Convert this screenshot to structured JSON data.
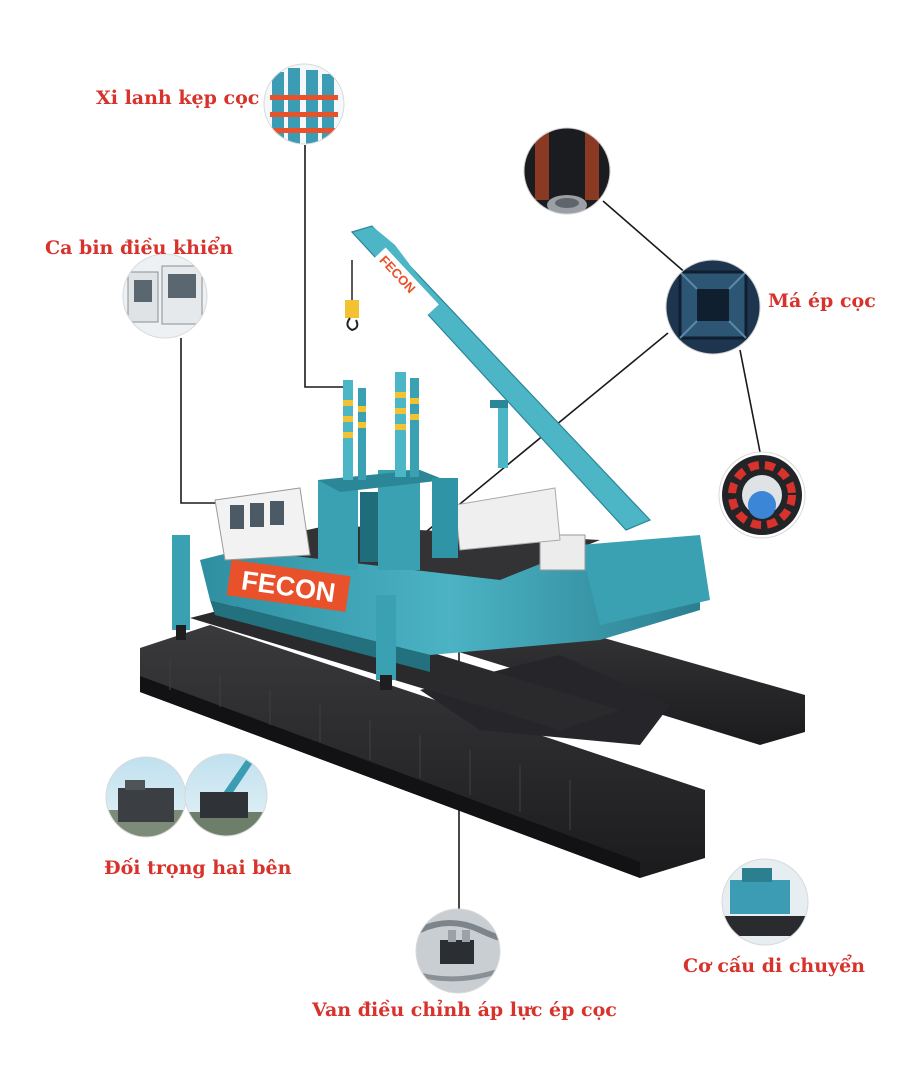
{
  "colors": {
    "label_red": "#d7322b",
    "machine_teal": "#3fa7b9",
    "machine_teal_dark": "#2b7f8f",
    "base_black": "#1c1c1e",
    "brand_orange": "#e8512a",
    "stripe_yellow": "#f2c230",
    "leader_line": "#1a1a1a"
  },
  "labels": {
    "clamp_cylinders": "Xi lanh kẹp cọc",
    "control_cabin": "Ca bin điều khiển",
    "pile_jaws": "Má ép cọc",
    "side_counterweights": "Đối trọng hai bên",
    "travel_mechanism": "Cơ cấu di chuyển",
    "pressure_valve": "Van điều chỉnh áp lực ép cọc"
  },
  "brand": {
    "side_logo": "FECON",
    "boom_logo": "FECON"
  },
  "icons": [
    "clamp-cylinder-thumb-icon",
    "cabin-thumb-icon",
    "jaw-interior-thumb-icon",
    "jaw-square-thumb-icon",
    "jaw-ring-thumb-icon",
    "counterweight-thumb-icon",
    "travel-mechanism-thumb-icon",
    "valve-thumb-icon"
  ]
}
